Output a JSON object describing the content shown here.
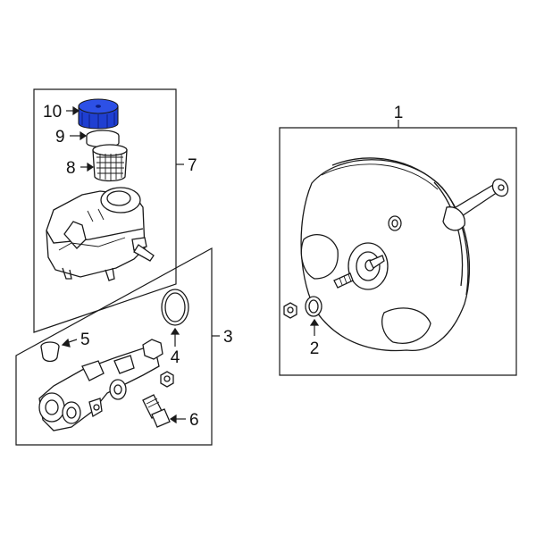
{
  "diagram": {
    "callouts": [
      {
        "id": "1",
        "text": "1"
      },
      {
        "id": "2",
        "text": "2"
      },
      {
        "id": "3",
        "text": "3"
      },
      {
        "id": "4",
        "text": "4"
      },
      {
        "id": "5",
        "text": "5"
      },
      {
        "id": "6",
        "text": "6"
      },
      {
        "id": "7",
        "text": "7"
      },
      {
        "id": "8",
        "text": "8"
      },
      {
        "id": "9",
        "text": "9"
      },
      {
        "id": "10",
        "text": "10"
      }
    ],
    "highlight_color": "#1f3fd1",
    "line_color": "#1a1a1a"
  }
}
